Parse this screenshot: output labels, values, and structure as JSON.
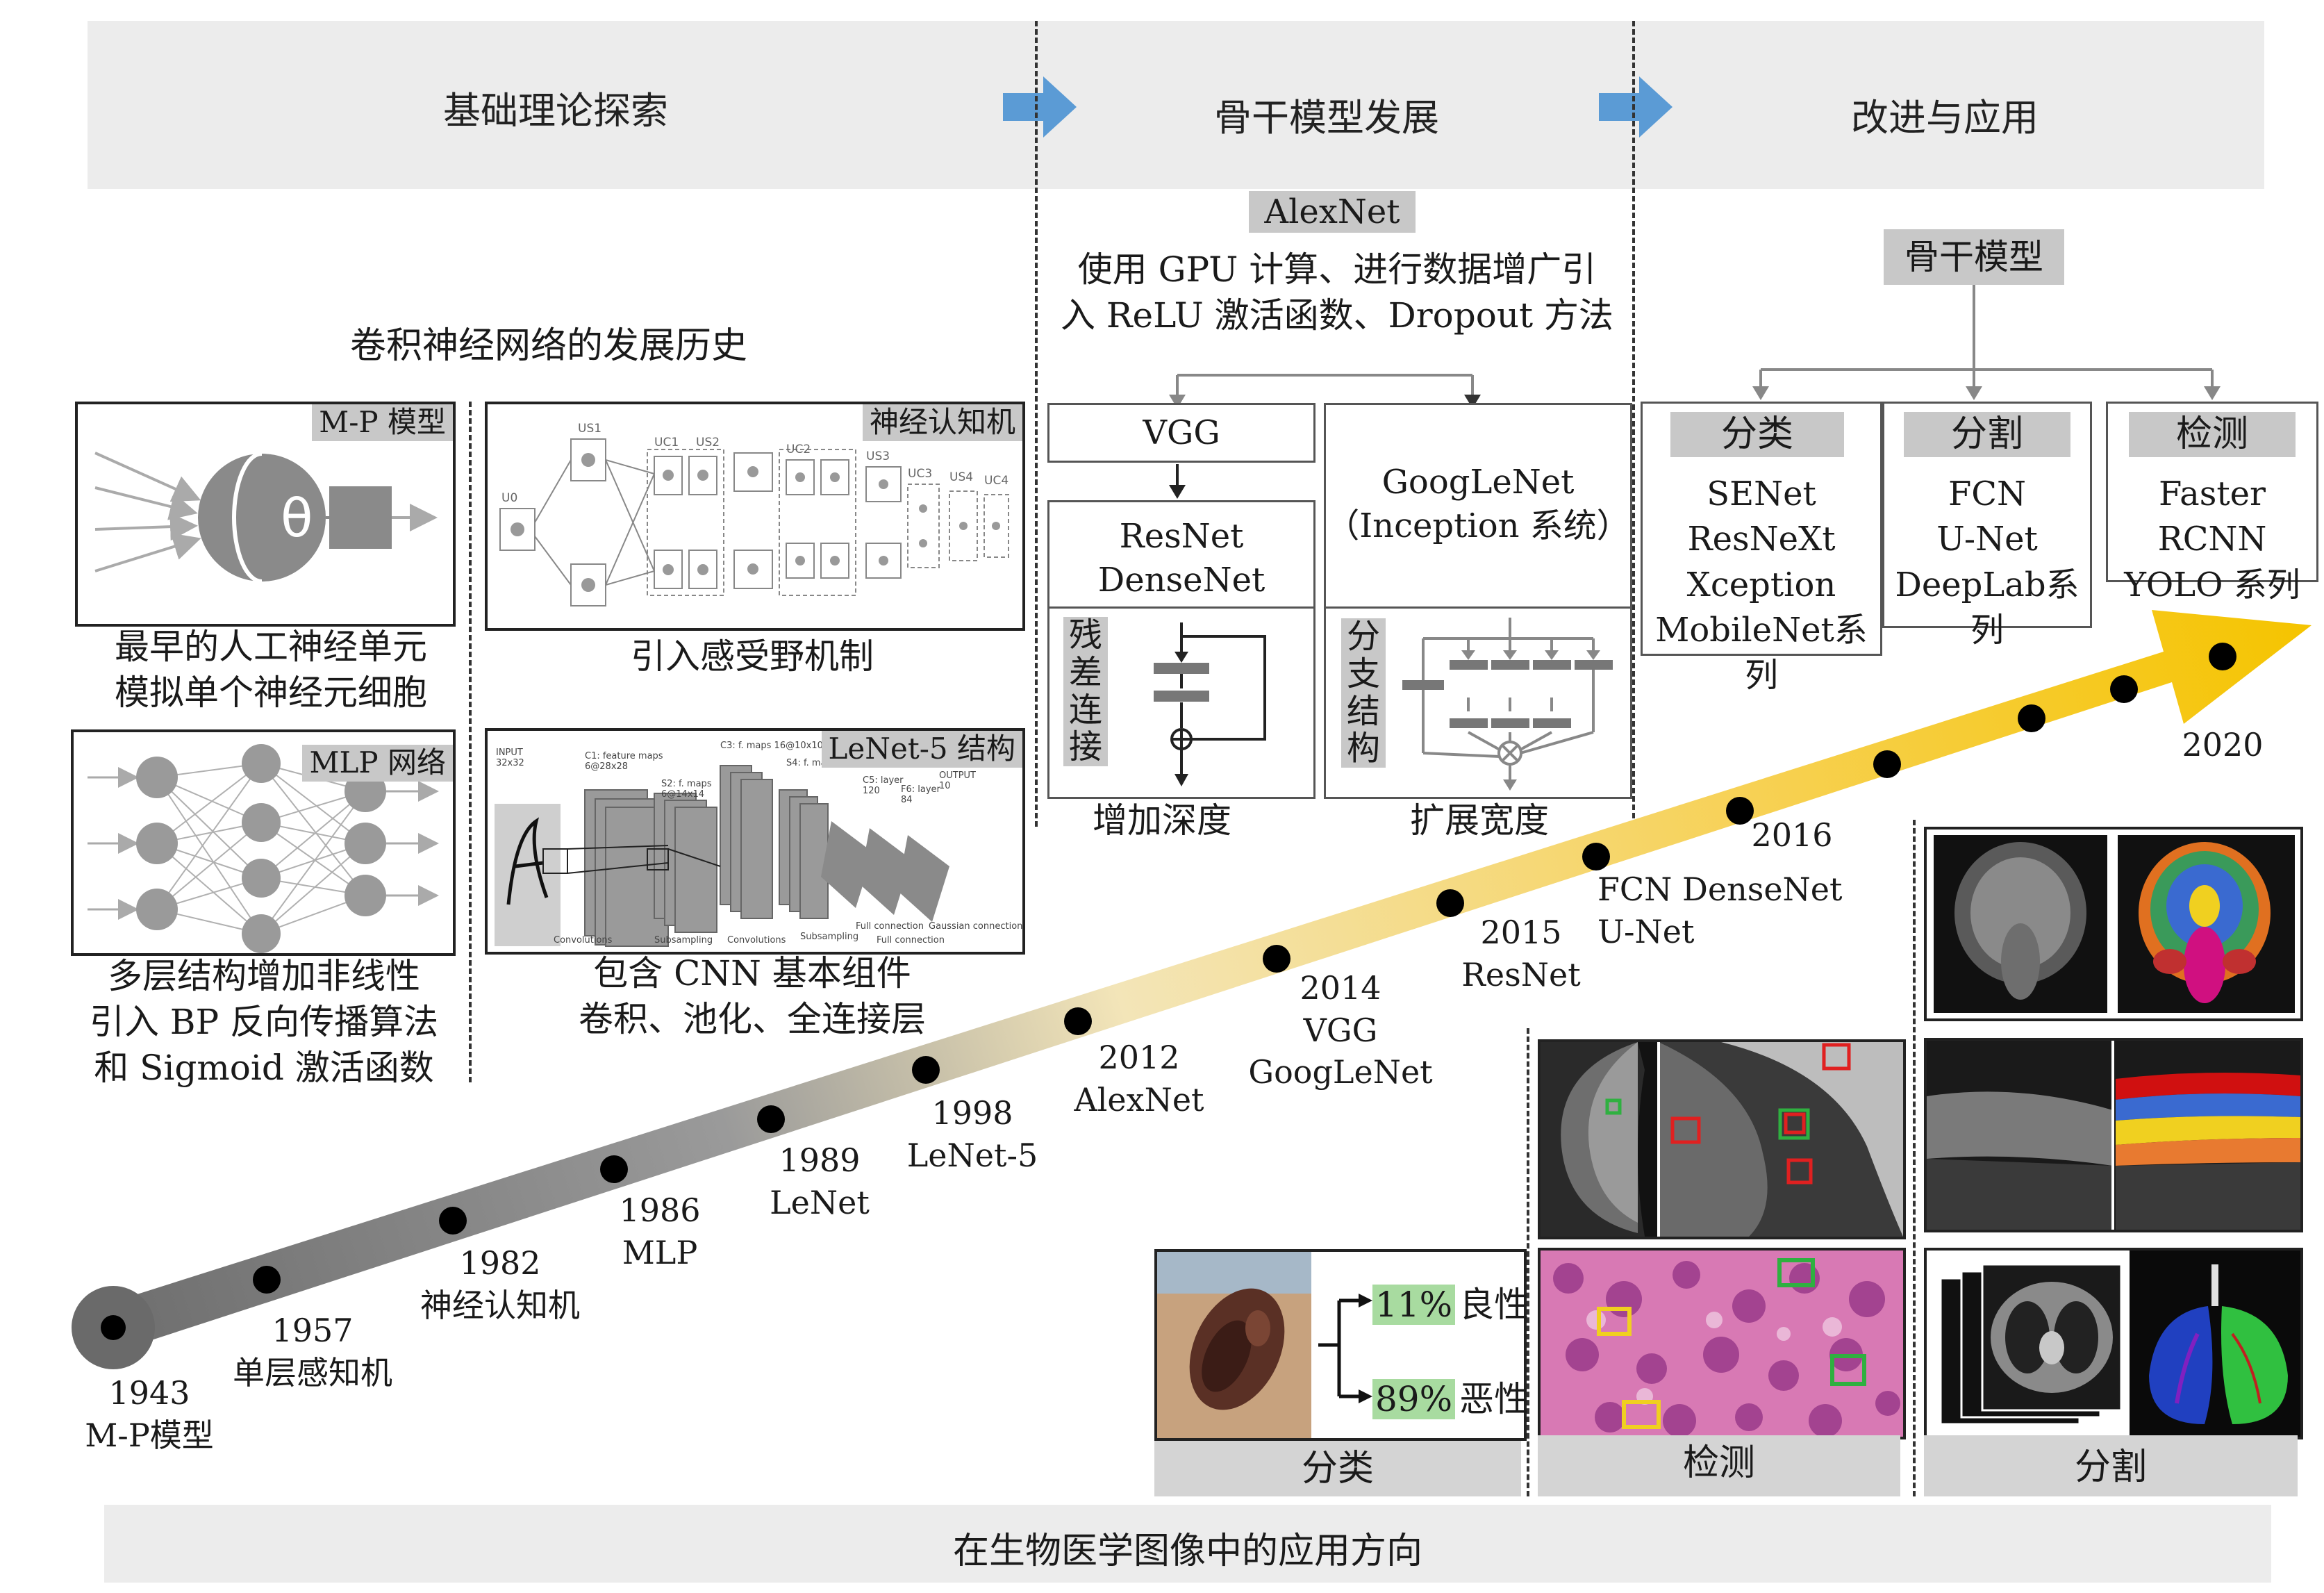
{
  "stages": [
    {
      "label": "基础理论探索"
    },
    {
      "label": "骨干模型发展"
    },
    {
      "label": "改进与应用"
    }
  ],
  "history_title": "卷积神经网络的发展历史",
  "theory_panels": {
    "mp": {
      "tag": "M-P 模型",
      "caption": [
        "最早的人工神经单元",
        "模拟单个神经元细胞"
      ],
      "symbol": "θ"
    },
    "neocognitron": {
      "tag": "神经认知机",
      "caption": [
        "引入感受野机制"
      ]
    },
    "mlp": {
      "tag": "MLP 网络",
      "caption": [
        "多层结构增加非线性",
        "引入 BP 反向传播算法",
        "和 Sigmoid 激活函数"
      ]
    },
    "lenet5": {
      "tag": "LeNet-5 结构",
      "caption": [
        "包含 CNN 基本组件",
        "卷积、池化、全连接层"
      ]
    }
  },
  "backbone": {
    "alexnet_tag": "AlexNet",
    "alexnet_desc": [
      "使用 GPU 计算、进行数据增广引",
      "入 ReLU 激活函数、Dropout 方法"
    ],
    "vgg": "VGG",
    "resnet_box": [
      "ResNet",
      "DenseNet"
    ],
    "residual_tag": [
      "残",
      "差",
      "连",
      "接"
    ],
    "depth_caption": "增加深度",
    "googlenet_box": [
      "GoogLeNet",
      "（Inception 系统）"
    ],
    "branch_tag": [
      "分",
      "支",
      "结",
      "构"
    ],
    "width_caption": "扩展宽度"
  },
  "applications": {
    "root_tag": "骨干模型",
    "branches": [
      {
        "tag": "分类",
        "items": [
          "SENet",
          "ResNeXt",
          "Xception",
          "MobileNet系列"
        ]
      },
      {
        "tag": "分割",
        "items": [
          "FCN",
          "U-Net",
          "DeepLab系列"
        ]
      },
      {
        "tag": "检测",
        "items": [
          "Faster RCNN",
          "YOLO 系列"
        ]
      }
    ]
  },
  "timeline": [
    {
      "lines": [
        "1943",
        "M-P模型"
      ]
    },
    {
      "lines": [
        "1957",
        "单层感知机"
      ]
    },
    {
      "lines": [
        "1982",
        "神经认知机"
      ]
    },
    {
      "lines": [
        "1986",
        "MLP"
      ]
    },
    {
      "lines": [
        "1989",
        "LeNet"
      ]
    },
    {
      "lines": [
        "1998",
        "LeNet-5"
      ]
    },
    {
      "lines": [
        "2012",
        "AlexNet"
      ]
    },
    {
      "lines": [
        "2014",
        "VGG",
        "GoogLeNet"
      ]
    },
    {
      "lines": [
        "2015",
        "ResNet"
      ]
    },
    {
      "lines": [
        "2016"
      ]
    },
    {
      "lines": [
        "FCN DenseNet",
        "U-Net"
      ]
    },
    {
      "lines": [
        "2020"
      ]
    }
  ],
  "biomed": {
    "classification": {
      "benign_pct": "11%",
      "benign": "良性",
      "malignant_pct": "89%",
      "malignant": "恶性",
      "tab": "分类"
    },
    "detection_tab": "检测",
    "segmentation_tab": "分割",
    "footer": "在生物医学图像中的应用方向"
  },
  "colors": {
    "band": "#ececec",
    "tag": "#c8c8c8",
    "arrow_start": "#6e6e6e",
    "arrow_end": "#f5c400",
    "stage_arrow": "#5b9bd5"
  }
}
